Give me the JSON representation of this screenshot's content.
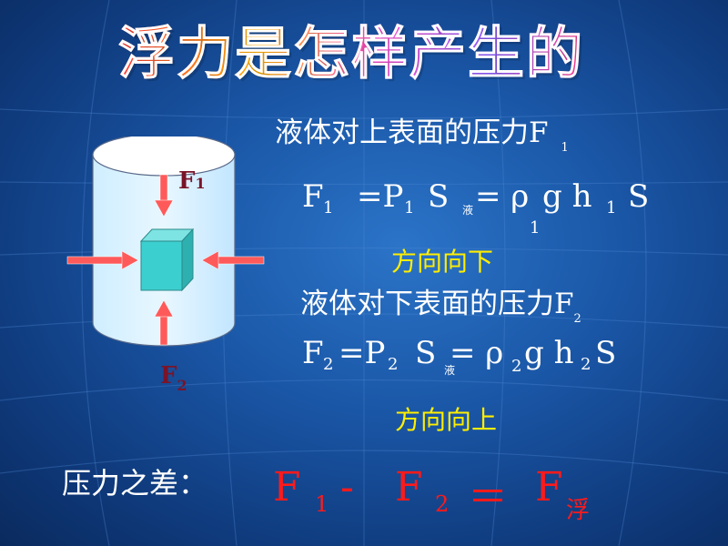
{
  "slide": {
    "title": "浮力是怎样产生的",
    "line1": {
      "text": "液体对上表面的压力F",
      "sub": "1"
    },
    "formula1": {
      "f": "F",
      "f_sub": "1",
      "eq": "=P",
      "p_sub": "1",
      "s": "S",
      "liquid": "液",
      "eq2": "= ρ",
      "rho_sub": "1",
      "g": "g h",
      "h_sub": "1",
      "s2": "S"
    },
    "dir1": "方向向下",
    "line2": {
      "text": "液体对下表面的压力F",
      "sub": "2"
    },
    "formula2": {
      "f": "F",
      "f_sub": "2",
      "eq": "=P",
      "p_sub": "2",
      "s": "S",
      "liquid": "液",
      "eq2": "= ρ",
      "rho_sub": "2",
      "g": "g h",
      "h_sub": "2",
      "s2": "S"
    },
    "dir2": "方向向上",
    "diff_label": "压力之差：",
    "diff_formula": {
      "f1": "F",
      "f1_sub": "1",
      "minus": "-",
      "f2": "F",
      "f2_sub": "2",
      "eq": "＝",
      "fb": "F",
      "fb_sub": "浮"
    },
    "diagram": {
      "label_top": "F",
      "label_top_sub": "1",
      "label_bottom": "F",
      "label_bottom_sub": "2"
    }
  }
}
